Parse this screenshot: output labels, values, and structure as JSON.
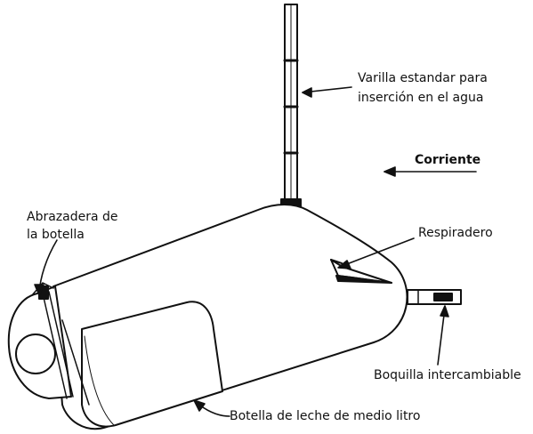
{
  "labels": {
    "rod_line1": "Varilla estandar para",
    "rod_line2": "inserción en el agua",
    "current": "Corriente",
    "clamp_line1": "Abrazadera de",
    "clamp_line2": "la botella",
    "vent": "Respiradero",
    "nozzle": "Boquilla intercambiable",
    "bottle": "Botella de leche de medio litro"
  },
  "colors": {
    "ink": "#111111",
    "background": "#ffffff"
  }
}
